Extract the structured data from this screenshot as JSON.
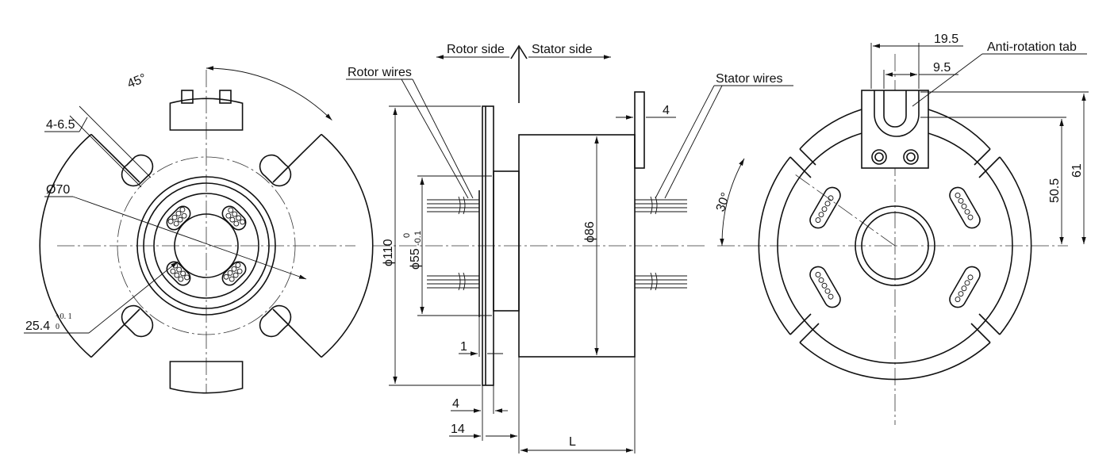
{
  "labels": {
    "rotor_side": "Rotor side",
    "stator_side": "Stator  side",
    "rotor_wires": "Rotor wires",
    "stator_wires": "Stator wires",
    "anti_rotation_tab": "Anti-rotation tab",
    "angle_45": "45°",
    "angle_30": "30°",
    "holes": "4-6.5",
    "dia70": "Ø70",
    "dia25": "25.4",
    "dia25_tol_upper": "+0. 1",
    "dia25_tol_lower": "0",
    "dia110": "ϕ110",
    "dia55": "ϕ55",
    "dia55_tol_upper": "0",
    "dia55_tol_lower": "-0.1",
    "dia86": "ϕ86",
    "dim4_top": "4",
    "dim1": "1",
    "dim4_bottom": "4",
    "dim14": "14",
    "dimL": "L",
    "dim19_5": "19.5",
    "dim9_5": "9.5",
    "dim50_5": "50.5",
    "dim61": "61"
  },
  "colors": {
    "line": "#111111",
    "background": "#ffffff"
  }
}
